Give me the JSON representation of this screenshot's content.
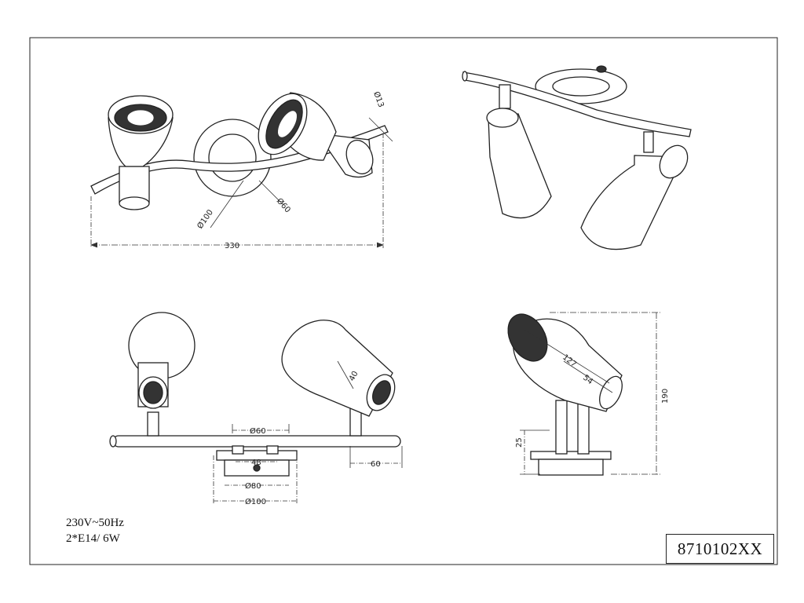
{
  "drawing": {
    "specs": {
      "voltage": "230V~50Hz",
      "bulbs": "2*E14/ 6W"
    },
    "product_code": "8710102XX",
    "dimensions": {
      "arm_diameter": "Ø13",
      "plate_diameter": "Ø100",
      "inner_diameter": "Ø60",
      "overall_length": "330",
      "front_inner": "Ø60",
      "front_spacing": "48",
      "front_plate_inner": "Ø80",
      "front_plate": "Ø100",
      "arm_end": "60",
      "shade_width": "40",
      "shade_length": "127",
      "shade_depth": "54",
      "overall_height": "190",
      "base_height": "25"
    }
  }
}
